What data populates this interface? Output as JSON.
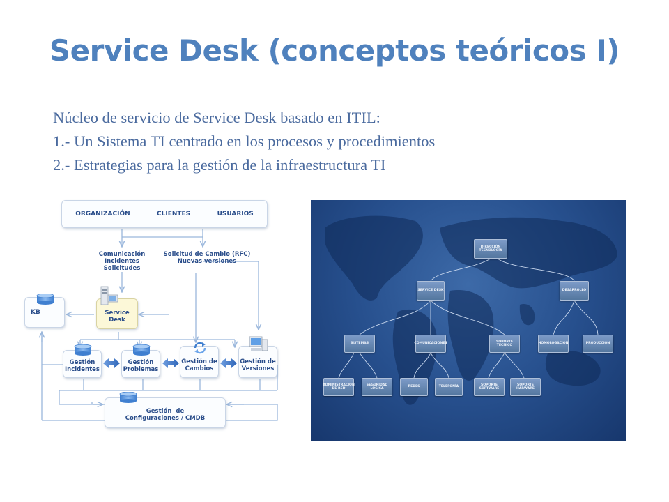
{
  "title": "Service Desk (conceptos teóricos I)",
  "intro": {
    "lines": [
      "Núcleo de servicio de Service Desk basado en ITIL:",
      "1.- Un Sistema TI centrado en los procesos y procedimientos",
      "2.- Estrategias para la gestión de la infraestructura TI"
    ]
  },
  "process_diagram": {
    "top_bar": [
      "ORGANIZACIÓN",
      "CLIENTES",
      "USUARIOS"
    ],
    "flow_left": [
      "Comunicación",
      "Incidentes",
      "Solicitudes"
    ],
    "flow_right": [
      "Solicitud de Cambio (RFC)",
      "Nuevas versiones"
    ],
    "kb": "KB",
    "service_desk": [
      "Service",
      "Desk"
    ],
    "gestion_incidentes": [
      "Gestión",
      "Incidentes"
    ],
    "gestion_problemas": [
      "Gestión",
      "Problemas"
    ],
    "gestion_cambios": [
      "Gestión de",
      "Cambios"
    ],
    "gestion_versiones": [
      "Gestión de",
      "Versiones"
    ],
    "gestion_config": [
      "Gestión  de",
      "Configuraciones / CMDB"
    ]
  },
  "org_chart": {
    "root": [
      "DIRECCIÓN",
      "TECNOLOGÍA"
    ],
    "level1": [
      "SERVICE DESK",
      "DESARROLLO"
    ],
    "level2": [
      "SISTEMAS",
      "COMUNICACIONES",
      "SOPORTE TÉCNICO",
      "HOMOLOGACION",
      "PRODUCCIÓN"
    ],
    "level3": [
      [
        "ADMINISTRACION",
        "DE RED"
      ],
      [
        "SEGURIDAD",
        "LÓGICA"
      ],
      [
        "REDES"
      ],
      [
        "TELEFONÍA"
      ],
      [
        "SOPORTE",
        "SOFTWARE"
      ],
      [
        "SOPORTE",
        "HARWARE"
      ]
    ]
  },
  "colors": {
    "title": "#4f81bd",
    "intro_text": "#4a6a9e",
    "diagram_text": "#2a4d8a",
    "connector": "#9ab7dc",
    "exchange_arrow": "#4a7dc9",
    "map_background": "#27508e"
  }
}
